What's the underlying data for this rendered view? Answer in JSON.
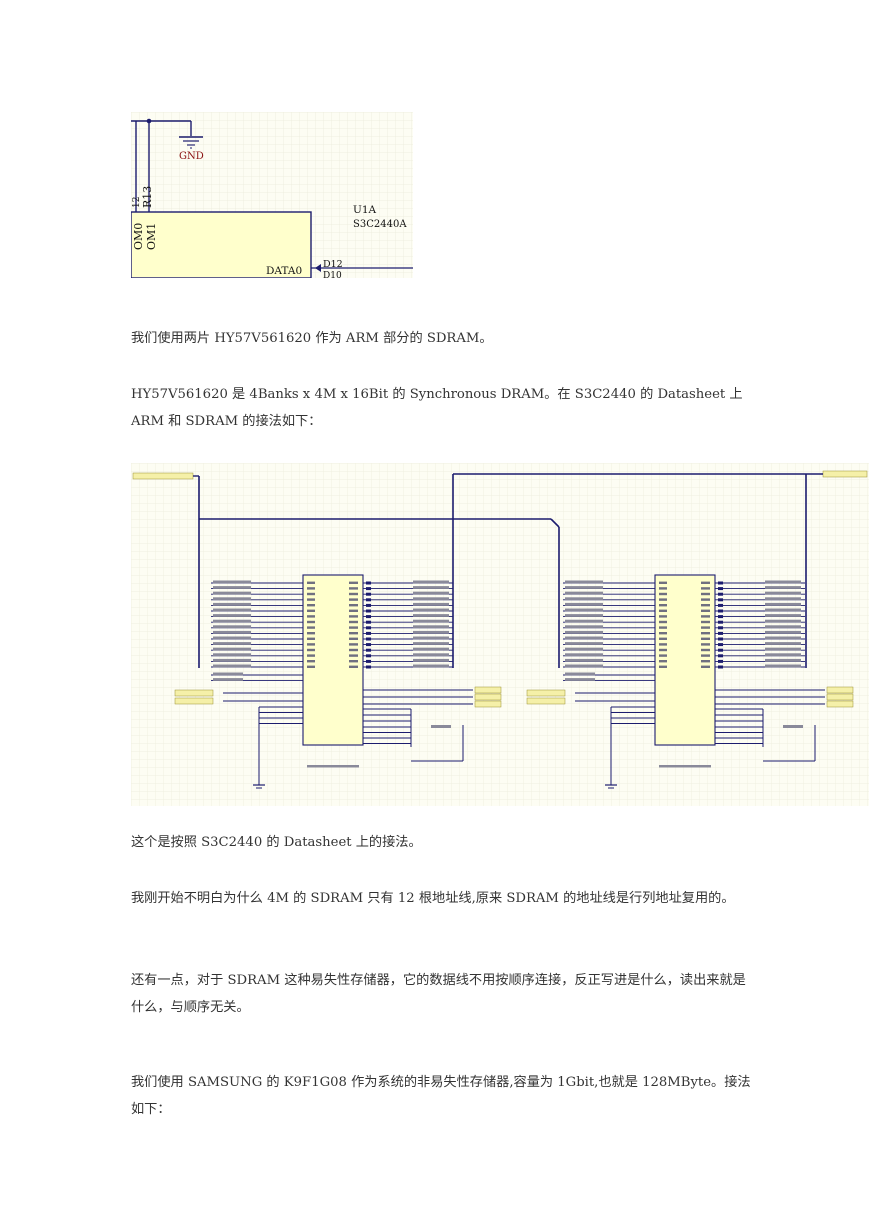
{
  "figure1": {
    "gnd_label": "GND",
    "resistor_label": "R13",
    "pin_om0": "OM0",
    "pin_om1": "OM1",
    "chip_ref": "U1A",
    "chip_part": "S3C2440A",
    "net_data0": "DATA0",
    "pin_d12": "D12"
  },
  "paragraphs": [
    "我们使用两片 HY57V561620 作为 ARM 部分的 SDRAM。",
    "HY57V561620 是 4Banks x 4M x 16Bit 的 Synchronous DRAM。在 S3C2440 的 Datasheet 上 ARM 和 SDRAM 的接法如下：",
    "这个是按照 S3C2440 的 Datasheet 上的接法。",
    "我刚开始不明白为什么 4M 的 SDRAM 只有 12 根地址线,原来 SDRAM 的地址线是行列地址复用的。",
    "还有一点，对于 SDRAM 这种易失性存储器，它的数据线不用按顺序连接，反正写进是什么，读出来就是什么，与顺序无关。",
    "我们使用 SAMSUNG 的 K9F1G08 作为系统的非易失性存储器,容量为 1Gbit,也就是 128MByte。接法如下："
  ],
  "colors": {
    "grid_bg": "#fdfdf3",
    "grid_line": "#eeeede",
    "chip_fill": "#ffffcc",
    "wire": "#1c1c6e",
    "net_label": "#f5f0a8"
  }
}
